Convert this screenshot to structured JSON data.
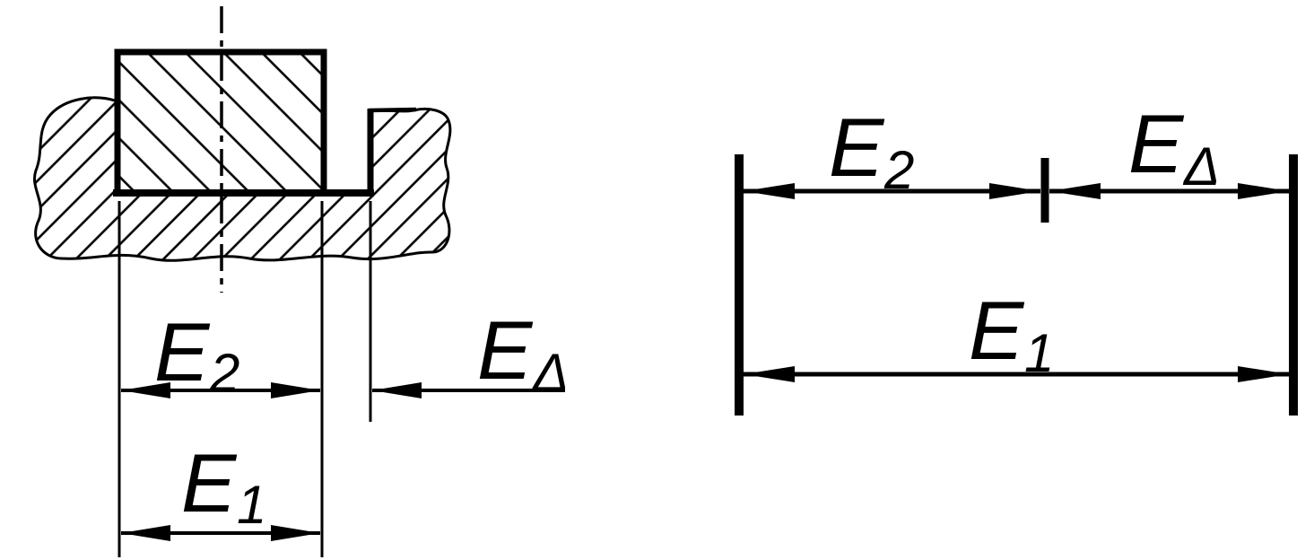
{
  "page": {
    "background": "#ffffff",
    "ink": "#000000"
  },
  "diagram": {
    "kind": "dimension-chain-technical-drawing",
    "labels": {
      "e2": {
        "base": "E",
        "sub": "2"
      },
      "e_delta": {
        "base": "E",
        "sub": "Δ"
      },
      "e1": {
        "base": "E",
        "sub": "1"
      }
    }
  }
}
